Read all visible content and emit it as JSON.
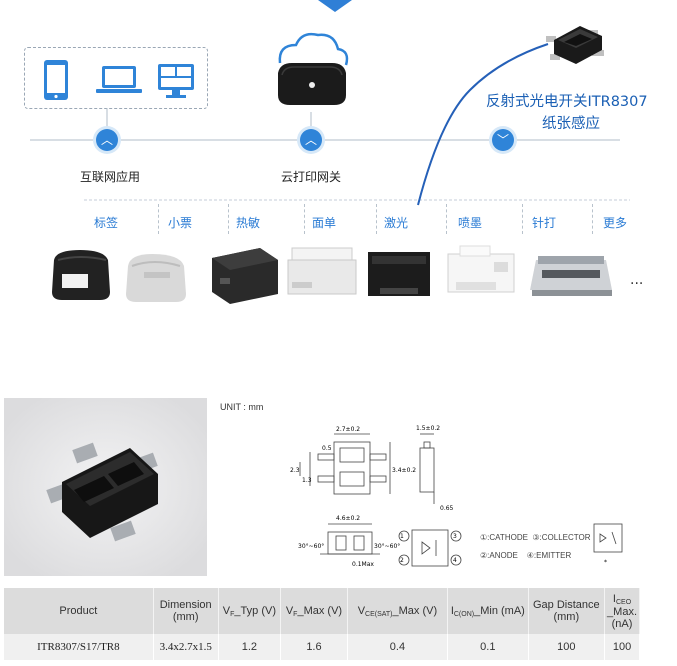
{
  "diagram": {
    "hubs": {
      "internet": "互联网应用",
      "cloud": "云打印网关"
    },
    "sensor_title": "反射式光电开关ITR8307",
    "sensor_subtitle": "纸张感应",
    "categories": [
      "标签",
      "小票",
      "热敏",
      "面单",
      "激光",
      "喷墨",
      "针打",
      "更多"
    ],
    "more_ellipsis": "...",
    "icons": [
      "phone-icon",
      "laptop-icon",
      "monitor-icon",
      "cloud-router-icon",
      "chevron-up-icon",
      "chevron-down-icon"
    ],
    "accent_color": "#2f84d8"
  },
  "drawing": {
    "unit": "UNIT : mm",
    "dims": {
      "width_top": "2.7±0.2",
      "pitch": "0.5",
      "h_left": "2.3",
      "h_left2": "1.3",
      "height": "3.4±0.2",
      "side_w": "1.5±0.2",
      "lead": "0.65",
      "length": "4.6±0.2",
      "angle_left": "30°~60°",
      "angle_right": "30°~60°",
      "lead_bot": "0.1Max",
      "star": "*"
    },
    "pins": [
      {
        "num": "1",
        "label": "CATHODE"
      },
      {
        "num": "2",
        "label": "ANODE"
      },
      {
        "num": "3",
        "label": "COLLECTOR"
      },
      {
        "num": "4",
        "label": "EMITTER"
      }
    ]
  },
  "table": {
    "headers": {
      "product": "Product",
      "dimension": "Dimension",
      "dimension_unit": "(mm)",
      "vf_typ_pre": "V",
      "vf_typ_sub": "F",
      "vf_typ_post": "_Typ (V)",
      "vf_max_pre": "V",
      "vf_max_sub": "F",
      "vf_max_post": "_Max (V)",
      "vce_pre": "V",
      "vce_sub": "CE(SAT)",
      "vce_post": "_Max (V)",
      "ic_pre": "I",
      "ic_sub": "C(ON)",
      "ic_post": "_Min (mA)",
      "gap": "Gap Distance",
      "gap_unit": "(mm)",
      "iceo_pre": "I",
      "iceo_sub": "CEO",
      "iceo_post": " _Max. (nA)"
    },
    "row": {
      "product": "ITR8307/S17/TR8",
      "dimension": "3.4x2.7x1.5",
      "vf_typ": "1.2",
      "vf_max": "1.6",
      "vce": "0.4",
      "ic": "0.1",
      "gap": "100",
      "iceo": "100"
    }
  }
}
